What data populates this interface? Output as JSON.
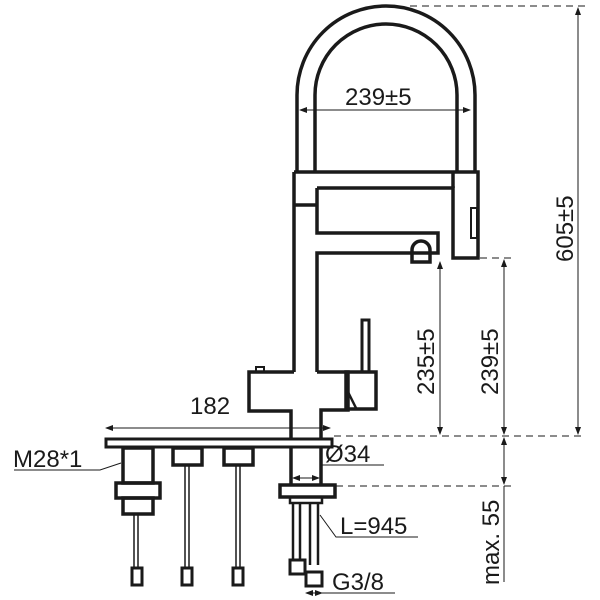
{
  "drawing": {
    "dimensions": {
      "spout_width": "239±5",
      "total_height": "605±5",
      "outlet_height": "235±5",
      "hose_height": "239±5",
      "base_width": "182",
      "thread": "M28*1",
      "shank_diameter": "Ø34",
      "max_counter_thickness": "max. 55",
      "hose_length": "L=945",
      "connection": "G3/8"
    },
    "colors": {
      "line": "#1a1a1a",
      "background": "#ffffff"
    }
  }
}
